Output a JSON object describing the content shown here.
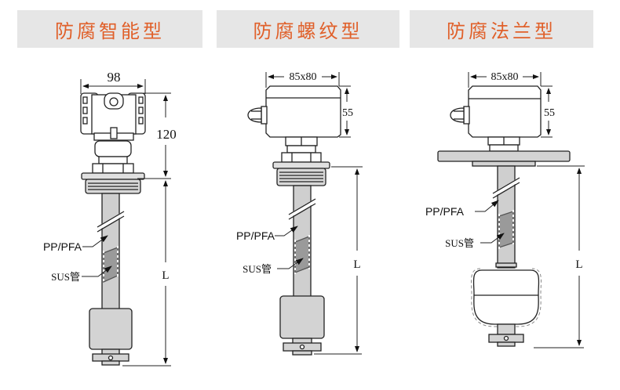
{
  "headers": [
    {
      "label": "防腐智能型"
    },
    {
      "label": "防腐螺纹型"
    },
    {
      "label": "防腐法兰型"
    }
  ],
  "title_color": "#e0602a",
  "header_bg": "#e6e6e6",
  "diagrams": [
    {
      "type": "smart",
      "width_dim": "98",
      "height_dim": "120",
      "length_dim": "L",
      "label_outer": "PP/PFA",
      "label_inner": "SUS管"
    },
    {
      "type": "threaded",
      "width_dim": "85x80",
      "height_dim": "55",
      "length_dim": "L",
      "label_outer": "PP/PFA",
      "label_inner": "SUS管"
    },
    {
      "type": "flange",
      "width_dim": "85x80",
      "height_dim": "55",
      "length_dim": "L",
      "label_outer": "PP/PFA",
      "label_inner": "SUS管"
    }
  ]
}
